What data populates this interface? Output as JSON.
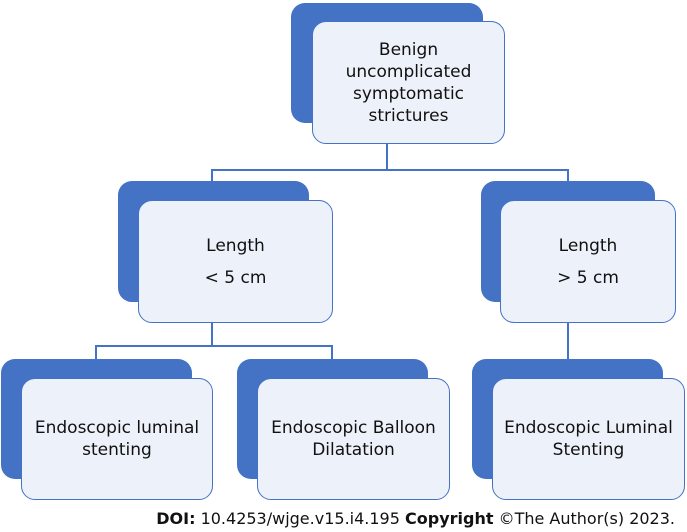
{
  "diagram": {
    "root": {
      "lines": [
        "Benign",
        "uncomplicated",
        "symptomatic",
        "strictures"
      ]
    },
    "left": {
      "line1": "Length",
      "line2": "< 5 cm"
    },
    "right": {
      "line1": "Length",
      "line2": "> 5 cm"
    },
    "leaf1": {
      "lines": [
        "Endoscopic luminal",
        "stenting"
      ]
    },
    "leaf2": {
      "lines": [
        "Endoscopic Balloon",
        "Dilatation"
      ]
    },
    "leaf3": {
      "lines": [
        "Endoscopic Luminal",
        "Stenting"
      ]
    }
  },
  "footer": {
    "doi_label": "DOI:",
    "doi_value": "10.4253/wjge.v15.i4.195",
    "copyright_label": "Copyright",
    "copyright_text": "©The Author(s) 2023."
  },
  "colors": {
    "box_fill": "#edf1f9",
    "accent": "#4472c4"
  }
}
